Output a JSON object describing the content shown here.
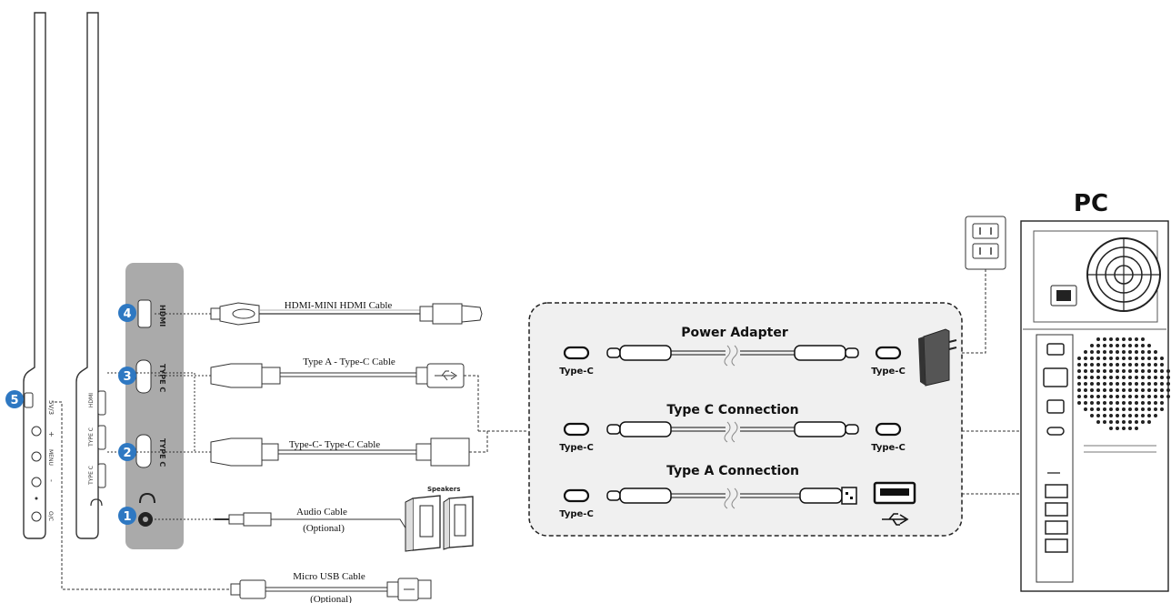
{
  "monitor_ports": {
    "port_labels": [
      "HDMI",
      "TYPE C",
      "TYPE C"
    ],
    "side_labels": [
      "HDMI",
      "TYPE C",
      "TYPE C",
      "5V/3"
    ],
    "buttons": [
      "+",
      "MENU",
      "-",
      "O/C"
    ]
  },
  "callouts": [
    "1",
    "2",
    "3",
    "4",
    "5"
  ],
  "cables": {
    "hdmi": "HDMI-MINI HDMI Cable",
    "type_a_c": "Type A - Type-C Cable",
    "type_c_c": "Type-C- Type-C Cable",
    "audio": "Audio Cable",
    "audio_optional": "(Optional)",
    "micro_usb": "Micro USB Cable",
    "micro_usb_optional": "(Optional)"
  },
  "speakers_label": "Speakers",
  "connection_box": {
    "power_adapter": "Power Adapter",
    "type_c_connection": "Type C Connection",
    "type_a_connection": "Type A Connection",
    "type_c_label": "Type-C"
  },
  "pc_label": "PC"
}
